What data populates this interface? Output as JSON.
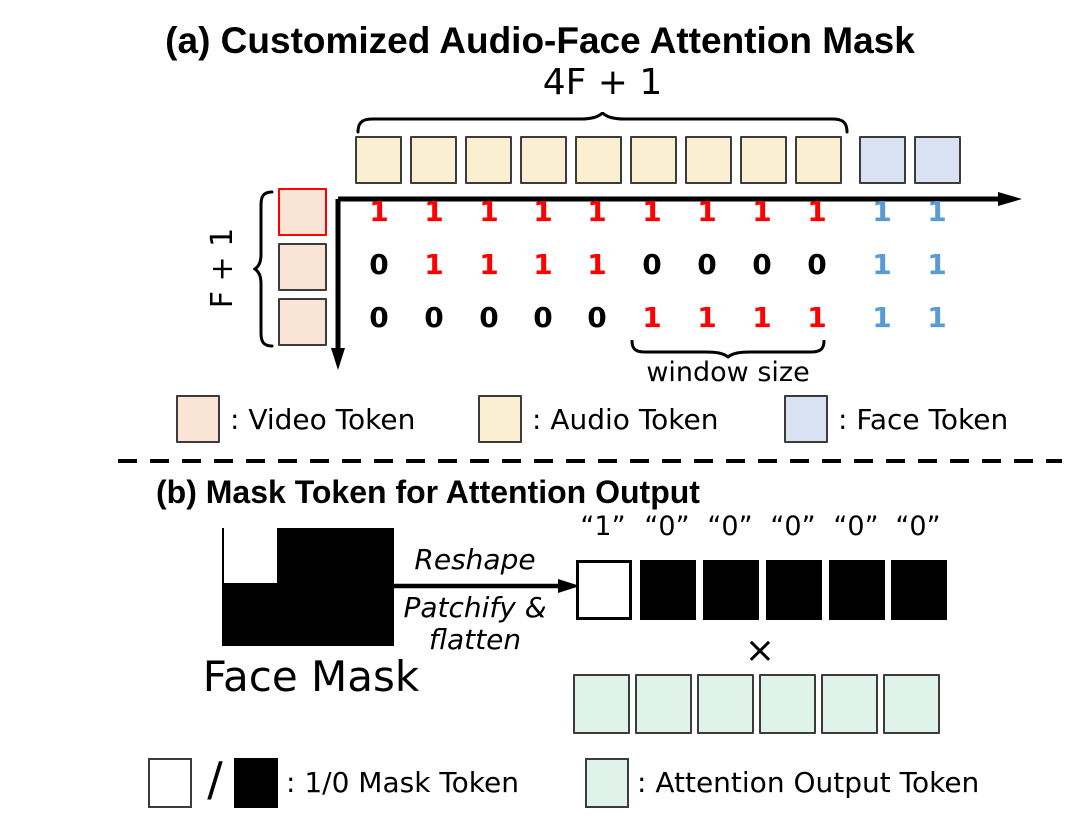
{
  "panel_a": {
    "title": "(a) Customized Audio-Face Attention Mask",
    "top_brace_label": "4F + 1",
    "left_brace_label": "F + 1",
    "window_label": "window size",
    "tokens": {
      "audio_count": 9,
      "face_count": 2,
      "video_count": 3
    },
    "matrix": {
      "rows": [
        [
          "1",
          "1",
          "1",
          "1",
          "1",
          "1",
          "1",
          "1",
          "1",
          "1",
          "1"
        ],
        [
          "0",
          "1",
          "1",
          "1",
          "1",
          "0",
          "0",
          "0",
          "0",
          "1",
          "1"
        ],
        [
          "0",
          "0",
          "0",
          "0",
          "0",
          "1",
          "1",
          "1",
          "1",
          "1",
          "1"
        ]
      ],
      "cell_colors": [
        [
          "red",
          "red",
          "red",
          "red",
          "red",
          "red",
          "red",
          "red",
          "red",
          "blue",
          "blue"
        ],
        [
          "black",
          "red",
          "red",
          "red",
          "red",
          "black",
          "black",
          "black",
          "black",
          "blue",
          "blue"
        ],
        [
          "black",
          "black",
          "black",
          "black",
          "black",
          "red",
          "red",
          "red",
          "red",
          "blue",
          "blue"
        ]
      ]
    },
    "legend": [
      {
        "swatch": "video",
        "label": ": Video Token"
      },
      {
        "swatch": "audio",
        "label": ": Audio Token"
      },
      {
        "swatch": "face",
        "label": ": Face Token"
      }
    ]
  },
  "panel_b": {
    "title": "(b) Mask Token for Attention Output",
    "face_mask_label": "Face Mask",
    "arrow_note_top": "Reshape",
    "arrow_note_mid": "Patchify &",
    "arrow_note_bottom": "flatten",
    "bit_labels": [
      "“1”",
      "“0”",
      "“0”",
      "“0”",
      "“0”",
      "“0”"
    ],
    "mask_row": [
      "white",
      "black",
      "black",
      "black",
      "black",
      "black"
    ],
    "multiply_symbol": "×",
    "attention_row_count": 6,
    "legend": {
      "slash": "/",
      "mask_label": ": 1/0 Mask Token",
      "attention_label": ": Attention Output Token"
    }
  },
  "colors": {
    "video_token": "#f9e4d6",
    "audio_token": "#faefd1",
    "face_token": "#d9e2f3",
    "attention_token": "#dff3ea",
    "digit_red": "#ff0000",
    "digit_blue": "#5b9bd5",
    "digit_black": "#000000",
    "border_dark": "#3b3b3b",
    "highlight_red_border": "#ff0000"
  }
}
